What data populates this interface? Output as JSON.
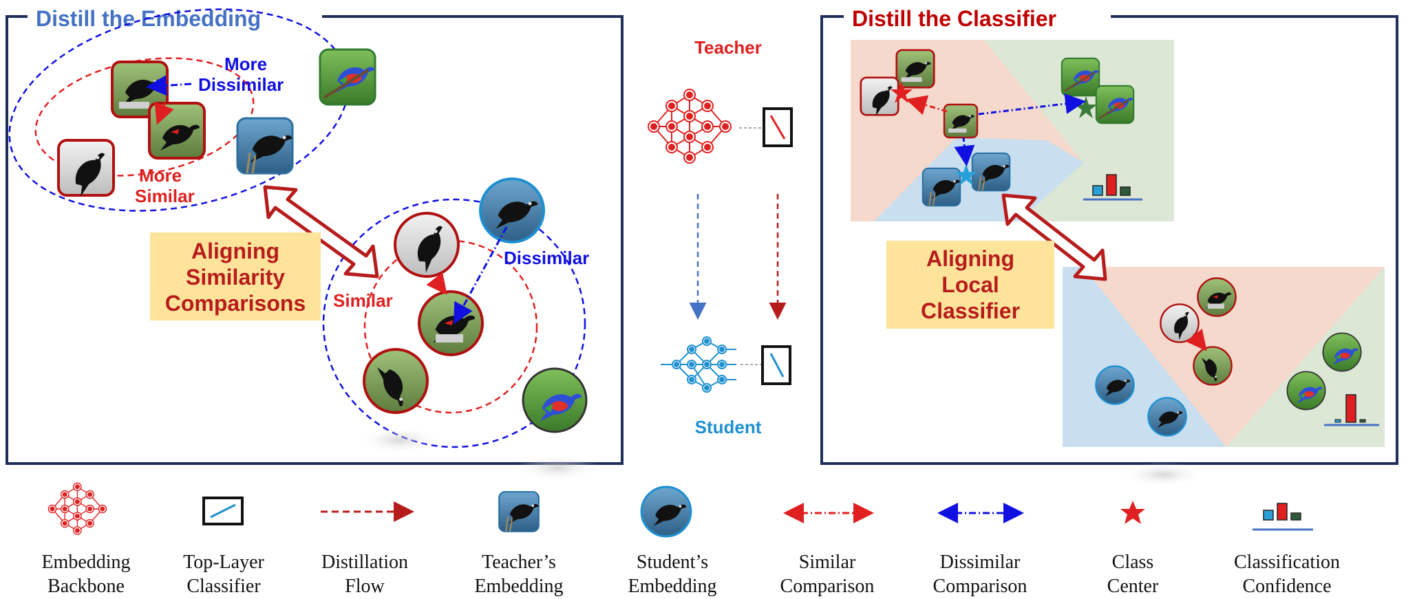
{
  "panels": {
    "embedding": {
      "title": "Distill the Embedding",
      "labels": {
        "more_dissimilar_1": "More",
        "more_dissimilar_2": "Dissimilar",
        "more_similar_1": "More",
        "more_similar_2": "Similar",
        "similar": "Similar",
        "dissimilar": "Dissimilar"
      },
      "callout": [
        "Aligning",
        "Similarity",
        "Comparisons"
      ]
    },
    "middle": {
      "teacher": "Teacher",
      "student": "Student"
    },
    "classifier": {
      "title": "Distill the Classifier",
      "callout": [
        "Aligning",
        "Local",
        "Classifier"
      ]
    }
  },
  "legend": [
    {
      "line1": "Embedding",
      "line2": "Backbone",
      "icon": "network-icon"
    },
    {
      "line1": "Top-Layer",
      "line2": "Classifier",
      "icon": "classifier-icon"
    },
    {
      "line1": "Distillation",
      "line2": "Flow",
      "icon": "dashed-arrow-icon"
    },
    {
      "line1": "Teacher’s",
      "line2": "Embedding",
      "icon": "rounded-square-bird-icon"
    },
    {
      "line1": "Student’s",
      "line2": "Embedding",
      "icon": "circle-bird-icon"
    },
    {
      "line1": "Similar",
      "line2": "Comparison",
      "icon": "red-double-arrow-icon"
    },
    {
      "line1": "Dissimilar",
      "line2": "Comparison",
      "icon": "blue-double-arrow-icon"
    },
    {
      "line1": "Class",
      "line2": "Center",
      "icon": "star-icon"
    },
    {
      "line1": "Classification",
      "line2": "Confidence",
      "icon": "bar-chart-icon"
    }
  ],
  "colors": {
    "red": "#c00000",
    "dark_red": "#b71c1c",
    "blue": "#1010e0",
    "steel_blue": "#4472c4",
    "student_blue": "#1e90d0",
    "navy_border": "#1f2f5a",
    "callout_bg": "#fde49a",
    "region_peach": "#f4d9cc",
    "region_green": "#dde7d6",
    "region_blue": "#c9dff0"
  }
}
